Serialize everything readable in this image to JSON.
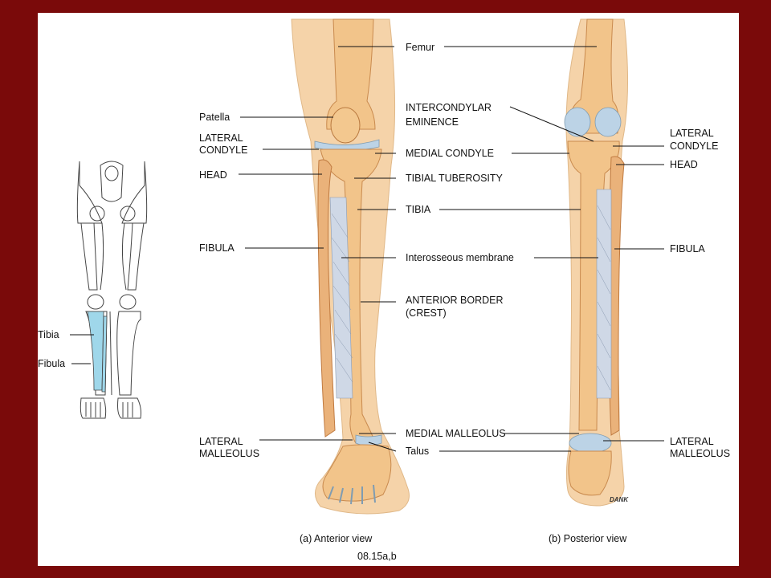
{
  "colors": {
    "frame": "#7a0a0a",
    "background": "#ffffff",
    "bone": "#f2c48a",
    "muscle": "#e8a060",
    "cartilage": "#bcd3e6",
    "highlight": "#9fd7ea",
    "leader": "#111111"
  },
  "icons": [
    "skeleton-outline",
    "leg-anterior-illustration",
    "leg-posterior-illustration"
  ],
  "inset": {
    "tibia": "Tibia",
    "fibula": "Fibula"
  },
  "anterior": {
    "patella": "Patella",
    "lateral_condyle_1": "LATERAL",
    "lateral_condyle_2": "CONDYLE",
    "head": "HEAD",
    "fibula": "FIBULA",
    "lateral_malleolus_1": "LATERAL",
    "lateral_malleolus_2": "MALLEOLUS",
    "caption": "(a) Anterior view"
  },
  "center": {
    "femur": "Femur",
    "intercondylar_1": "INTERCONDYLAR",
    "intercondylar_2": "EMINENCE",
    "medial_condyle": "MEDIAL CONDYLE",
    "tibial_tuberosity": "TIBIAL TUBEROSITY",
    "tibia": "TIBIA",
    "interosseous": "Interosseous membrane",
    "anterior_border_1": "ANTERIOR BORDER",
    "anterior_border_2": "(CREST)",
    "medial_malleolus": "MEDIAL MALLEOLUS",
    "talus": "Talus"
  },
  "posterior": {
    "lateral_condyle_1": "LATERAL",
    "lateral_condyle_2": "CONDYLE",
    "head": "HEAD",
    "fibula": "FIBULA",
    "lateral_malleolus_1": "LATERAL",
    "lateral_malleolus_2": "MALLEOLUS",
    "caption": "(b) Posterior view"
  },
  "figure_id": "08.15a,b",
  "signature": "DANK"
}
